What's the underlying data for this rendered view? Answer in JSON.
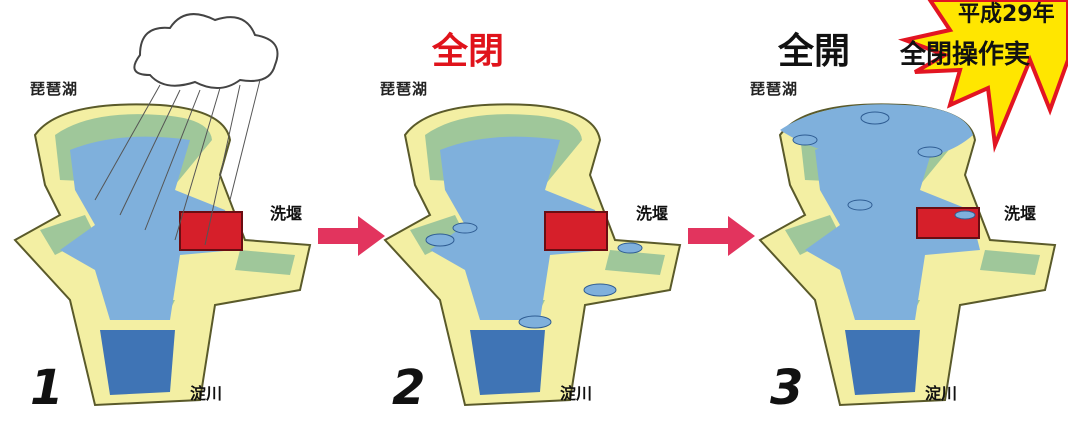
{
  "colors": {
    "water": "#7fb0dc",
    "water_dark": "#3f74b5",
    "wall_outer": "#f3efa3",
    "wall_inner": "#9fc79a",
    "gate": "#d61f2a",
    "arrow": "#e2345e",
    "status_red": "#e0131b",
    "burst_fill": "#ffe600",
    "burst_stroke": "#e21522"
  },
  "badge": {
    "line1": "平成29年",
    "line2": "全閉操作実"
  },
  "panels": [
    {
      "number": "1",
      "lake_label": "琵琶湖",
      "weir_label": "洗堰",
      "river_label": "淀川",
      "status": ""
    },
    {
      "number": "2",
      "lake_label": "琵琶湖",
      "weir_label": "洗堰",
      "river_label": "淀川",
      "status": "全閉"
    },
    {
      "number": "3",
      "lake_label": "琵琶湖",
      "weir_label": "洗堰",
      "river_label": "淀川",
      "status": "全開"
    }
  ]
}
